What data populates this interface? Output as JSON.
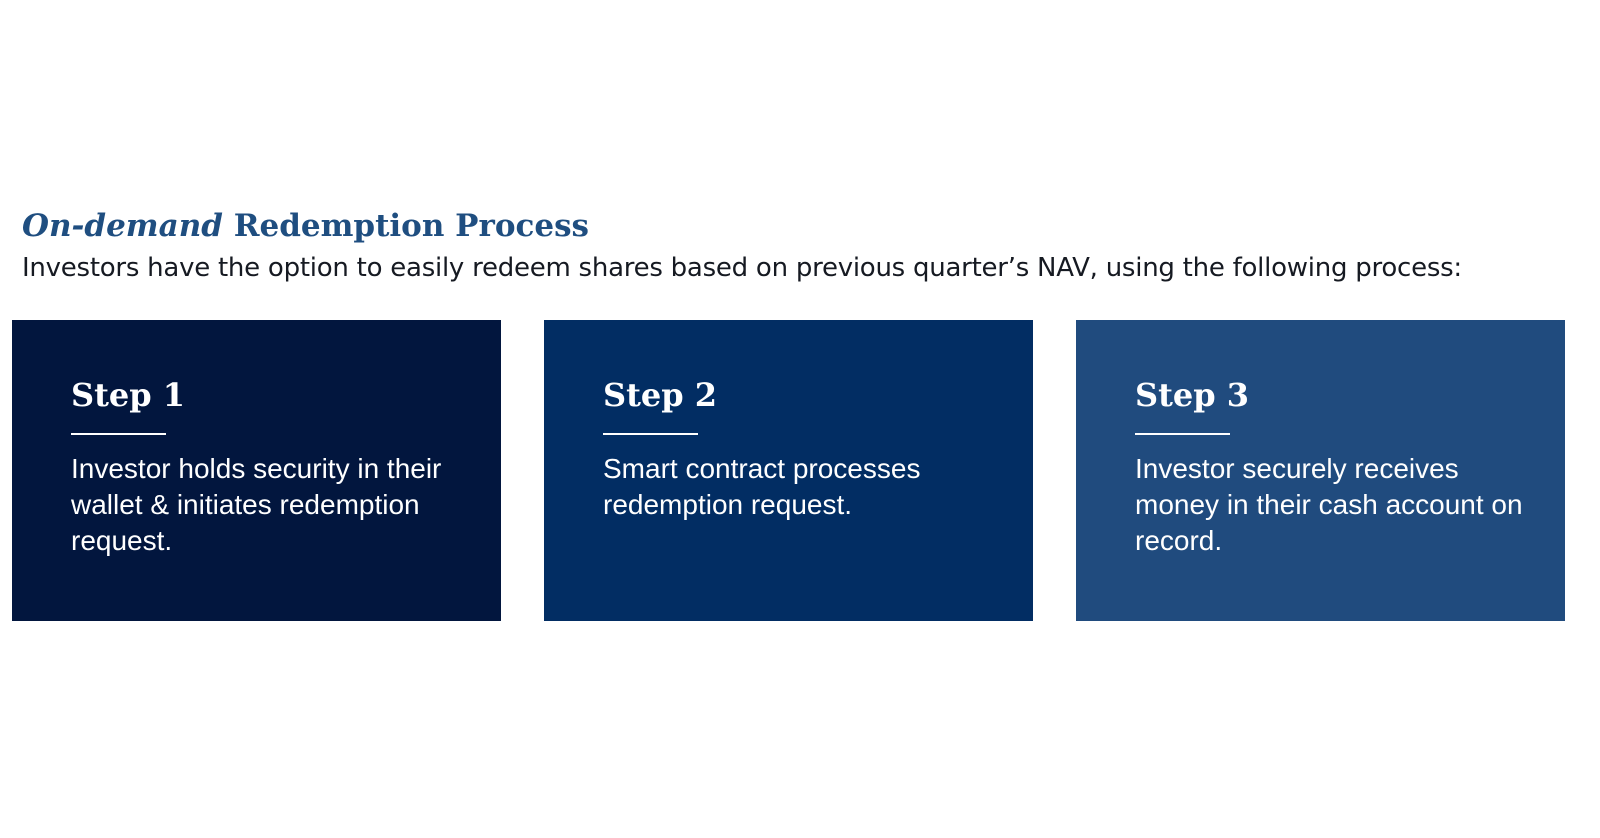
{
  "header": {
    "title_emphasis": "On-demand",
    "title_rest": " Redemption Process",
    "subtitle": "Investors have the option to easily redeem shares based on previous quarter’s NAV, using the following process:"
  },
  "colors": {
    "title": "#1f4e80",
    "card_1": "#02163e",
    "card_2": "#022d63",
    "card_3": "#204b7e"
  },
  "steps": [
    {
      "title": "Step 1",
      "text": "Investor holds security in their wallet & initiates redemption request."
    },
    {
      "title": "Step 2",
      "text": "Smart contract processes redemption request."
    },
    {
      "title": "Step 3",
      "text": "Investor securely receives money in their cash account on record."
    }
  ]
}
